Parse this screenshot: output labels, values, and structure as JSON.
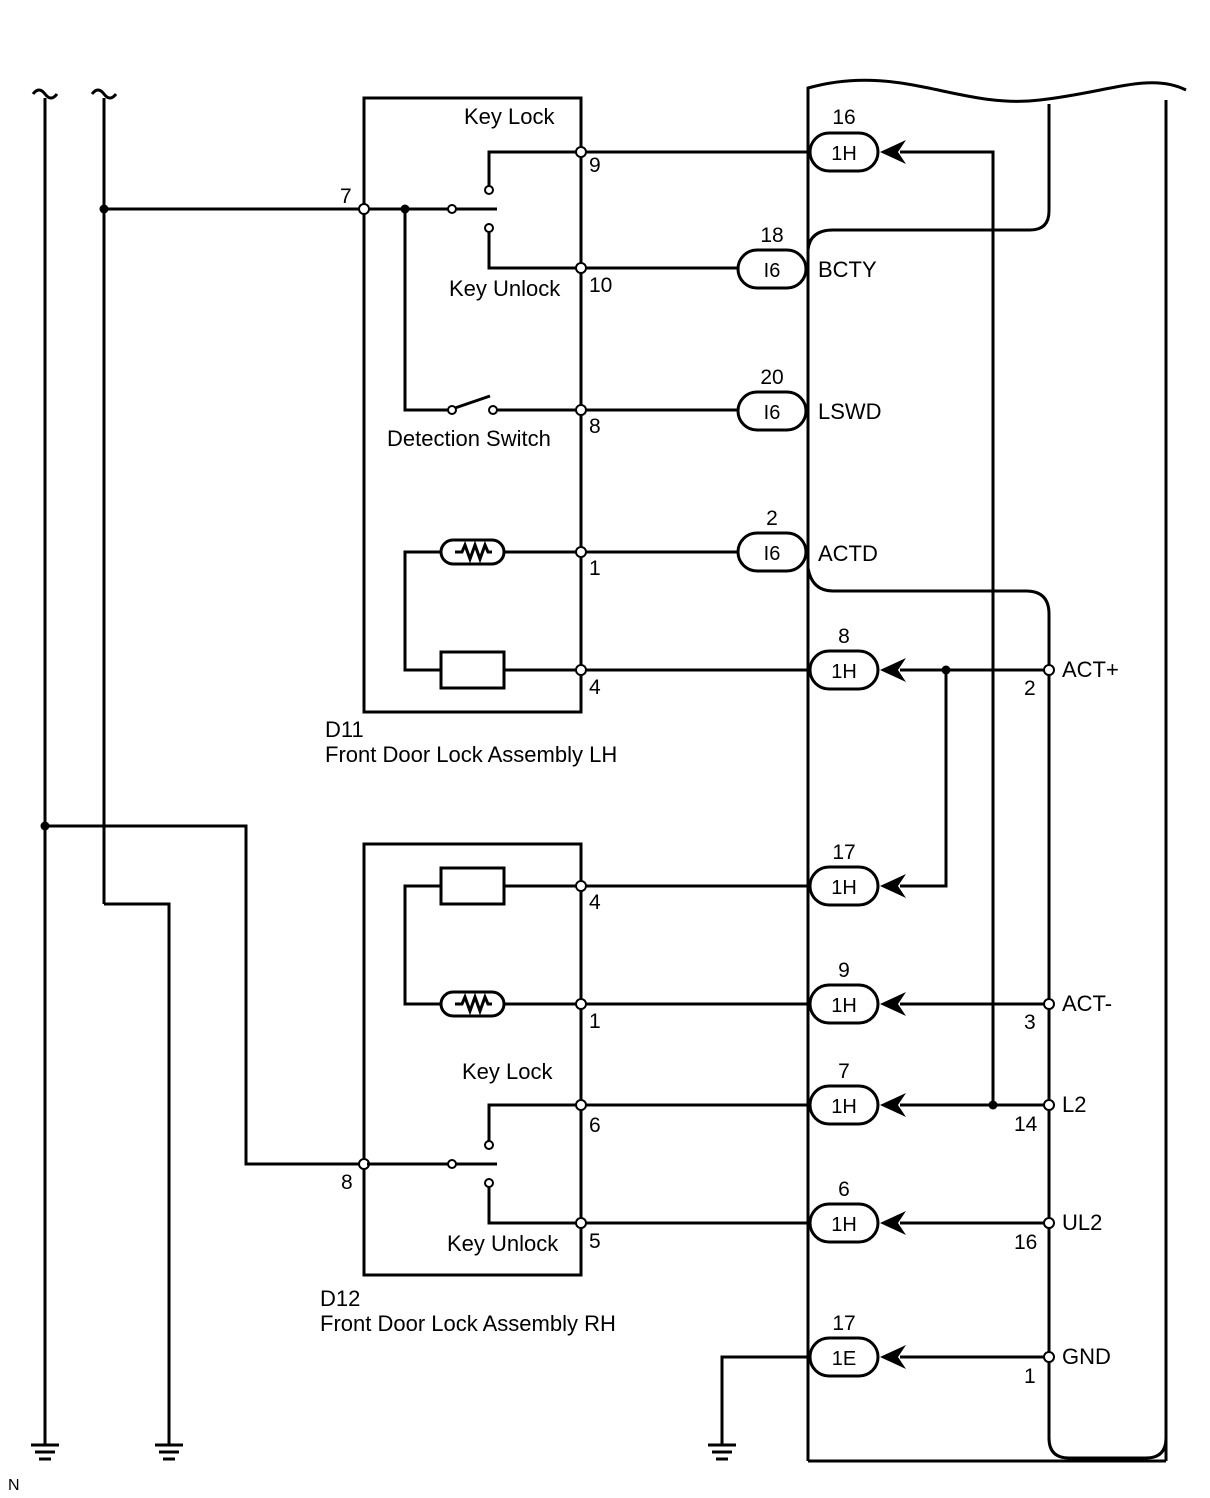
{
  "components": {
    "lh": {
      "code": "D11",
      "name": "Front Door Lock Assembly LH"
    },
    "rh": {
      "code": "D12",
      "name": "Front Door Lock Assembly RH"
    }
  },
  "switch_labels": {
    "lh_key_lock": "Key Lock",
    "lh_key_unlock": "Key Unlock",
    "lh_detection": "Detection Switch",
    "rh_key_lock": "Key Lock",
    "rh_key_unlock": "Key Unlock"
  },
  "lh_pins": {
    "p7": "7",
    "p9": "9",
    "p10": "10",
    "p8": "8",
    "p1": "1",
    "p4": "4"
  },
  "rh_pins": {
    "p4": "4",
    "p1": "1",
    "p6": "6",
    "p8": "8",
    "p5": "5"
  },
  "connectors": [
    {
      "id": "1H",
      "pin": "16"
    },
    {
      "id": "I6",
      "pin": "18",
      "signal": "BCTY"
    },
    {
      "id": "I6",
      "pin": "20",
      "signal": "LSWD"
    },
    {
      "id": "I6",
      "pin": "2",
      "signal": "ACTD"
    },
    {
      "id": "1H",
      "pin": "8"
    },
    {
      "id": "1H",
      "pin": "17"
    },
    {
      "id": "1H",
      "pin": "9"
    },
    {
      "id": "1H",
      "pin": "7"
    },
    {
      "id": "1H",
      "pin": "6"
    },
    {
      "id": "1E",
      "pin": "17"
    }
  ],
  "motor_terminals": [
    {
      "signal": "ACT+",
      "pin": "2"
    },
    {
      "signal": "ACT-",
      "pin": "3"
    },
    {
      "signal": "L2",
      "pin": "14"
    },
    {
      "signal": "UL2",
      "pin": "16"
    },
    {
      "signal": "GND",
      "pin": "1"
    }
  ],
  "corner_mark": "N"
}
